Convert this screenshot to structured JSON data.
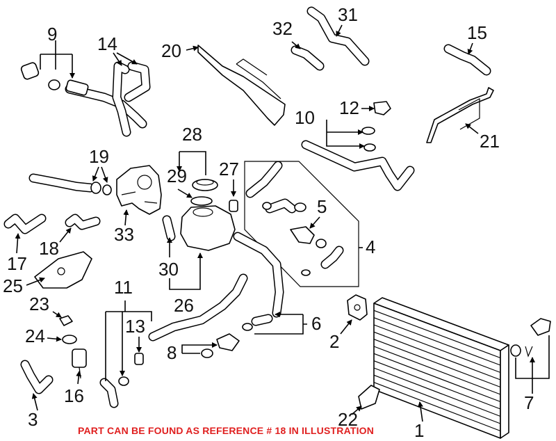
{
  "diagram": {
    "callouts": [
      "9",
      "14",
      "20",
      "32",
      "31",
      "15",
      "12",
      "10",
      "21",
      "28",
      "19",
      "29",
      "27",
      "4",
      "5",
      "33",
      "17",
      "18",
      "25",
      "30",
      "26",
      "23",
      "11",
      "13",
      "24",
      "8",
      "6",
      "2",
      "22",
      "16",
      "3",
      "1",
      "7"
    ],
    "footer_note": "PART CAN BE FOUND AS REFERENCE # 18 IN ILLUSTRATION"
  },
  "colors": {
    "footer": "#e02020",
    "line": "#000000"
  }
}
